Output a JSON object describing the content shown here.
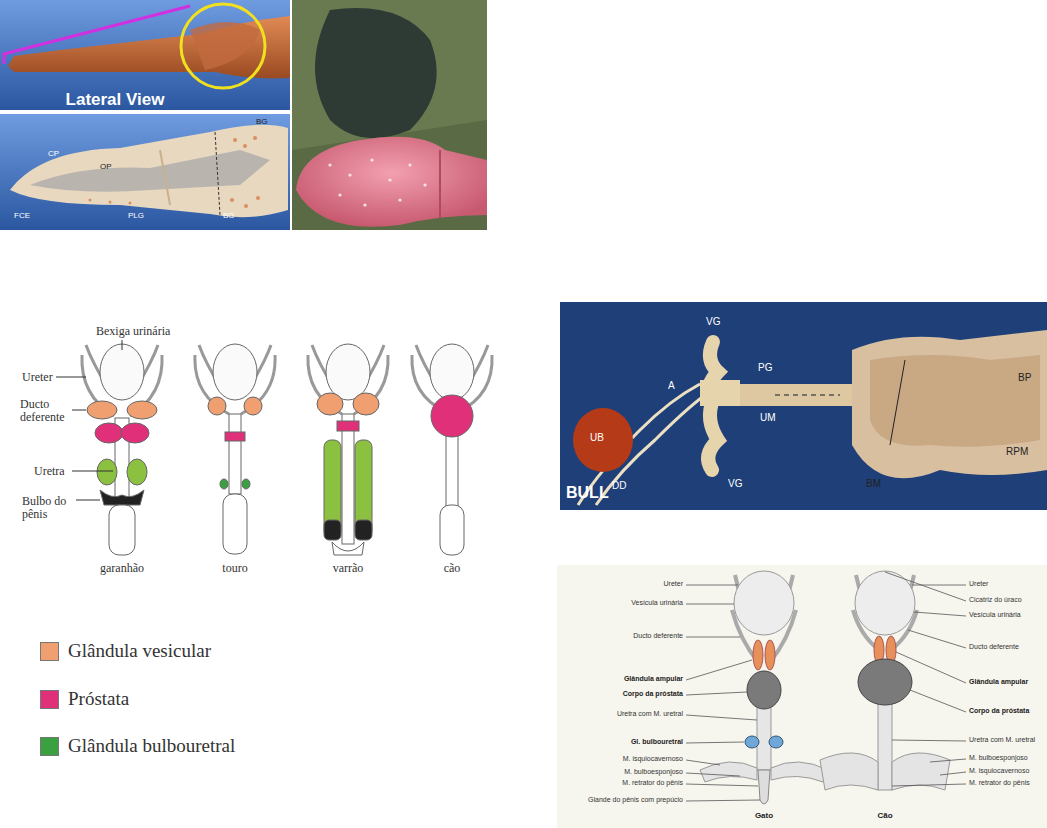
{
  "diagram": {
    "labels": [
      "Lateral View",
      "CP",
      "OP",
      "BG",
      "FCE",
      "PLG",
      "BG",
      "Bexiga urinária",
      "Ureter",
      "Ducto deferente",
      "Uretra",
      "Bulbo do pênis",
      "garanhão",
      "touro",
      "varrão",
      "cão",
      "BULL",
      "VG",
      "VG",
      "PG",
      "UB",
      "DD",
      "A",
      "UM",
      "BM",
      "BP",
      "RPM",
      "Ureter",
      "Vesícula urinária",
      "Ducto deferente",
      "Glândula ampular",
      "Corpo da próstata",
      "Uretra com M. uretral",
      "Gl. bulbouretral",
      "M. isquiocavernoso",
      "M. bulboesponjoso",
      "M. retrator do pênis",
      "Glande do pênis com prepúcio",
      "Gato",
      "Ureter",
      "Cicatriz do úraco",
      "Vesícula urinária",
      "Ducto deferente",
      "Glândula ampular",
      "Corpo da próstata",
      "Uretra com M. uretral",
      "M. bulboesponjoso",
      "M. isquiocavernoso",
      "M. retrator do pênis",
      "Cão"
    ],
    "legend": [
      {
        "text": "Glândula vesicular",
        "color": "#f0a070"
      },
      {
        "text": "Próstata",
        "color": "#e0307a"
      },
      {
        "text": "Glândula bulbouretral",
        "color": "#3aa040"
      }
    ]
  }
}
